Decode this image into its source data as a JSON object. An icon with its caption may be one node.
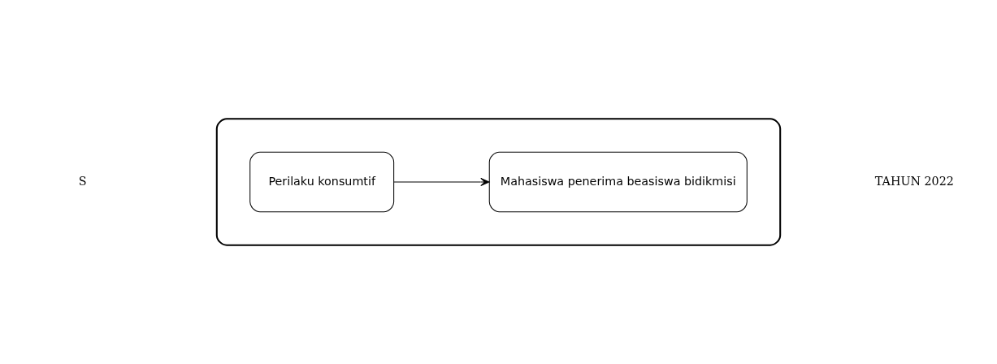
{
  "diagram": {
    "nodes": [
      {
        "text": [],
        "shape": "box"
      },
      {
        "text": [
          "Perilaku konsumtif"
        ],
        "in": 0
      },
      {
        "text": [
          "Mahasiswa penerima beasiswa bidikmisi"
        ],
        "in": 0
      }
    ],
    "edges": [
      {
        "from": 1,
        "to": 2,
        "arrow": "to"
      }
    ],
    "labels": [
      "S",
      "TAHUN 2022"
    ]
  }
}
